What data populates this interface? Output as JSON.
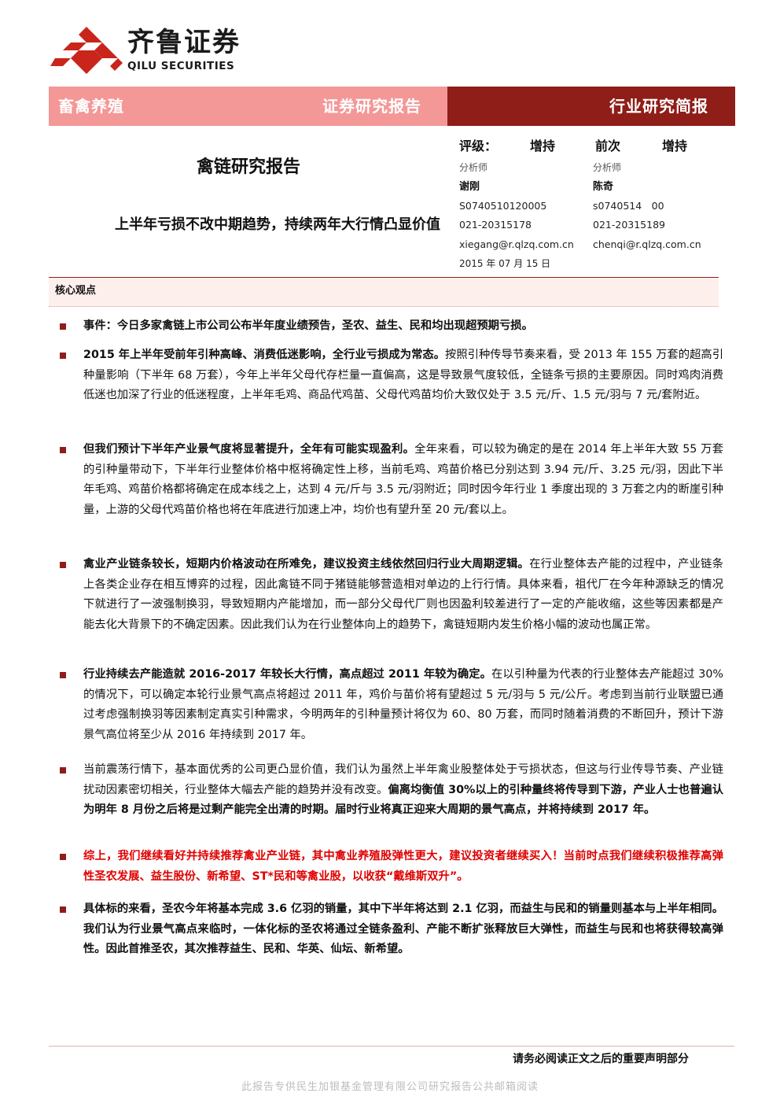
{
  "header": {
    "brand_cn": "齐鲁证券",
    "brand_en": "QILU SECURITIES",
    "sector": "畜禽养殖",
    "report_kind": "证券研究报告",
    "report_type": "行业研究简报",
    "brand_color": "#8f1d18",
    "band_light_color": "#f49797"
  },
  "title": {
    "main": "禽链研究报告",
    "sub": "上半年亏损不改中期趋势，持续两年大行情凸显价值"
  },
  "rating": {
    "label": "评级：",
    "current": "增持",
    "prev_label": "前次",
    "prev": "增持"
  },
  "analysts": [
    {
      "role": "分析师",
      "name": "谢刚",
      "cert": "S0740510120005",
      "phone": "021-20315178",
      "email": "xiegang@r.qlzq.com.cn"
    },
    {
      "role": "分析师",
      "name": "陈奇",
      "cert": "s0740514　00",
      "phone": "021-20315189",
      "email": "chenqi@r.qlzq.com.cn"
    }
  ],
  "date": "2015 年 07 月 15 日",
  "core": {
    "label": "核心观点",
    "bullets": [
      {
        "lead": "事件：今日多家禽链上市公司公布半年度业绩预告，圣农、益生、民和均出现超预期亏损。",
        "body": "",
        "tail_bold": "",
        "red": false
      },
      {
        "lead": "2015 年上半年受前年引种高峰、消费低迷影响，全行业亏损成为常态。",
        "body": "按照引种传导节奏来看，受 2013 年 155 万套的超高引种量影响（下半年 68 万套），今年上半年父母代存栏量一直偏高，这是导致景气度较低，全链条亏损的主要原因。同时鸡肉消费低迷也加深了行业的低迷程度，上半年毛鸡、商品代鸡苗、父母代鸡苗均价大致仅处于 3.5 元/斤、1.5 元/羽与 7 元/套附近。",
        "tail_bold": "",
        "red": false
      },
      {
        "lead": "但我们预计下半年产业景气度将显著提升，全年有可能实现盈利。",
        "body": "全年来看，可以较为确定的是在 2014 年上半年大致 55 万套的引种量带动下，下半年行业整体价格中枢将确定性上移，当前毛鸡、鸡苗价格已分别达到 3.94 元/斤、3.25 元/羽，因此下半年毛鸡、鸡苗价格都将确定在成本线之上，达到 4 元/斤与 3.5 元/羽附近；同时因今年行业 1 季度出现的 3 万套之内的断崖引种量，上游的父母代鸡苗价格也将在年底进行加速上冲，均价也有望升至 20 元/套以上。",
        "tail_bold": "",
        "red": false
      },
      {
        "lead": "禽业产业链条较长，短期内价格波动在所难免，建议投资主线依然回归行业大周期逻辑。",
        "body": "在行业整体去产能的过程中，产业链条上各类企业存在相互博弈的过程，因此禽链不同于猪链能够营造相对单边的上行行情。具体来看，祖代厂在今年种源缺乏的情况下就进行了一波强制换羽，导致短期内产能增加，而一部分父母代厂则也因盈利较差进行了一定的产能收缩，这些等因素都是产能去化大背景下的不确定因素。因此我们认为在行业整体向上的趋势下，禽链短期内发生价格小幅的波动也属正常。",
        "tail_bold": "",
        "red": false
      },
      {
        "lead": "行业持续去产能造就 2016-2017 年较长大行情，高点超过 2011 年较为确定。",
        "body": "在以引种量为代表的行业整体去产能超过 30%的情况下，可以确定本轮行业景气高点将超过 2011 年，鸡价与苗价将有望超过 5 元/羽与 5 元/公斤。考虑到当前行业联盟已通过考虑强制换羽等因素制定真实引种需求，今明两年的引种量预计将仅为 60、80 万套，而同时随着消费的不断回升，预计下游景气高位将至少从 2016 年持续到 2017 年。",
        "tail_bold": "",
        "red": false
      },
      {
        "lead": "",
        "body": "当前震荡行情下，基本面优秀的公司更凸显价值，我们认为虽然上半年禽业股整体处于亏损状态，但这与行业传导节奏、产业链扰动因素密切相关，行业整体大幅去产能的趋势并没有改变。",
        "tail_bold": "偏离均衡值 30%以上的引种量终将传导到下游，产业人士也普遍认为明年 8 月份之后将是过剩产能完全出清的时期。届时行业将真正迎来大周期的景气高点，并将持续到 2017 年。",
        "red": false
      },
      {
        "lead": "",
        "body": "综上，我们继续看好并持续推荐禽业产业链，其中禽业养殖股弹性更大，建议投资者继续买入！当前时点我们继续积极推荐高弹性圣农发展、益生股份、新希望、ST*民和等禽业股，以收获“戴维斯双升”。",
        "tail_bold": "",
        "red": true
      },
      {
        "lead": "具体标的来看，圣农今年将基本完成 3.6 亿羽的销量，其中下半年将达到 2.1 亿羽，而益生与民和的销量则基本与上半年相同。我们认为行业景气高点来临时，一体化标的圣农将通过全链条盈利、产能不断扩张释放巨大弹性，而益生与民和也将获得较高弹性。因此首推圣农，其次推荐益生、民和、华英、仙坛、新希望。",
        "body": "",
        "tail_bold": "",
        "red": false
      }
    ]
  },
  "footer": {
    "notice": "请务必阅读正文之后的重要声明部分",
    "watermark": "此报告专供民生加银基金管理有限公司研究报告公共邮箱阅读"
  }
}
